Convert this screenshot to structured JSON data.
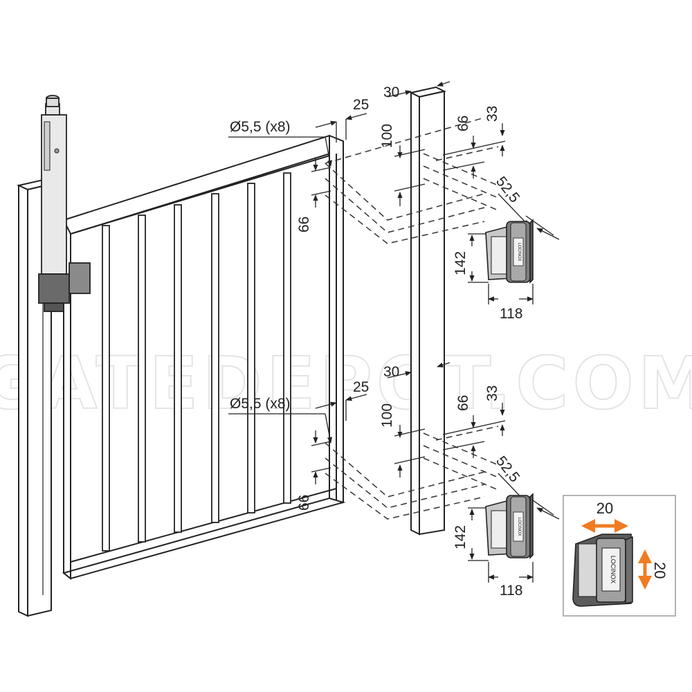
{
  "watermark": "GATEDEPOT.COM",
  "upper": {
    "hole_note": "Ø5,5 (x8)",
    "offset_25": "25",
    "post_width": "30",
    "spacing_100": "100",
    "spacing_66_post": "66",
    "spacing_33": "33",
    "spacing_66_gate": "66",
    "depth": "52,5",
    "height": "142",
    "width": "118"
  },
  "lower": {
    "hole_note": "Ø5,5 (x8)",
    "offset_25": "25",
    "post_width": "30",
    "spacing_100": "100",
    "spacing_66_post": "66",
    "spacing_33": "33",
    "spacing_66_gate": "66",
    "depth": "52,5",
    "height": "142",
    "width": "118"
  },
  "inset": {
    "adjust_horizontal": "20",
    "adjust_vertical": "20",
    "arrow_color": "#f07c22"
  },
  "hinge_brand": "LOCINOX"
}
